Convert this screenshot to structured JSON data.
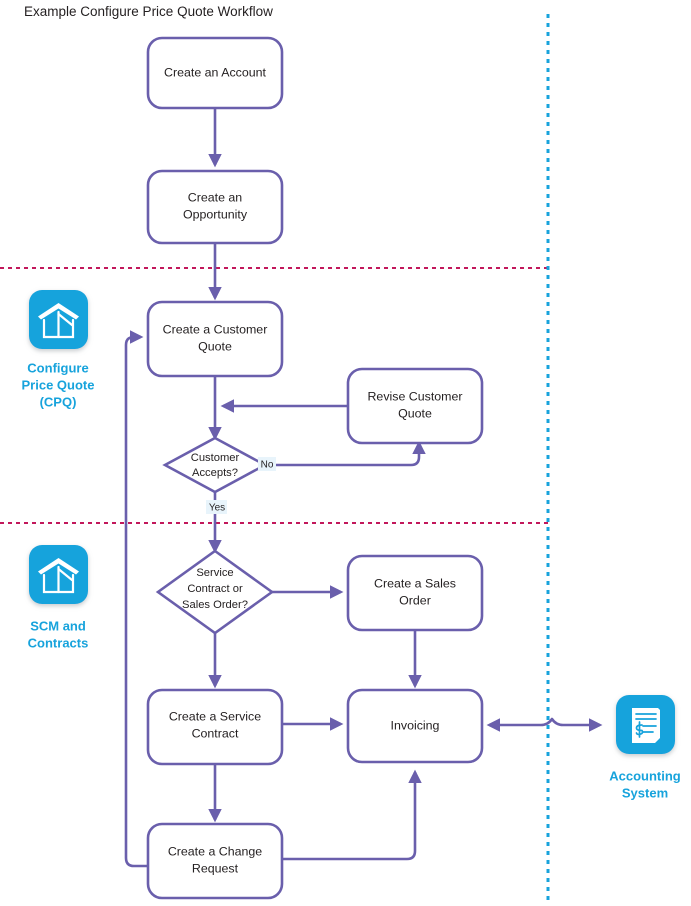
{
  "title": "Example Configure Price Quote Workflow",
  "colors": {
    "flow_line": "#6a5fac",
    "node_border": "#6a5fac",
    "node_fill": "#ffffff",
    "swimlane_divider": "#c2185b",
    "system_divider": "#17a3dc",
    "app_tile": "#17a3dc",
    "app_label": "#17a3dc",
    "text": "#231f20"
  },
  "apps": [
    {
      "id": "cpq",
      "icon": "building-icon",
      "label_lines": [
        "Configure",
        "Price Quote",
        "(CPQ)"
      ]
    },
    {
      "id": "scm",
      "icon": "building-icon",
      "label_lines": [
        "SCM and",
        "Contracts"
      ]
    },
    {
      "id": "accounting",
      "icon": "invoice-dollar-icon",
      "label_lines": [
        "Accounting",
        "System"
      ]
    }
  ],
  "nodes": [
    {
      "id": "create-account",
      "type": "process",
      "label_lines": [
        "Create an Account"
      ]
    },
    {
      "id": "create-opportunity",
      "type": "process",
      "label_lines": [
        "Create an",
        "Opportunity"
      ]
    },
    {
      "id": "create-customer-quote",
      "type": "process",
      "label_lines": [
        "Create a Customer",
        "Quote"
      ]
    },
    {
      "id": "revise-customer-quote",
      "type": "process",
      "label_lines": [
        "Revise Customer",
        "Quote"
      ]
    },
    {
      "id": "customer-accepts",
      "type": "decision",
      "label_lines": [
        "Customer",
        "Accepts?"
      ]
    },
    {
      "id": "service-or-sales",
      "type": "decision",
      "label_lines": [
        "Service",
        "Contract or",
        "Sales Order?"
      ]
    },
    {
      "id": "create-sales-order",
      "type": "process",
      "label_lines": [
        "Create a Sales",
        "Order"
      ]
    },
    {
      "id": "create-service-contract",
      "type": "process",
      "label_lines": [
        "Create a Service",
        "Contract"
      ]
    },
    {
      "id": "invoicing",
      "type": "process",
      "label_lines": [
        "Invoicing"
      ]
    },
    {
      "id": "create-change-request",
      "type": "process",
      "label_lines": [
        "Create a Change",
        "Request"
      ]
    }
  ],
  "edge_labels": {
    "no": "No",
    "yes": "Yes"
  },
  "chart_data": {
    "type": "diagram",
    "title": "Example Configure Price Quote Workflow",
    "swimlanes": [
      "Configure Price Quote (CPQ)",
      "SCM and Contracts",
      "Accounting System"
    ],
    "edges": [
      {
        "from": "create-account",
        "to": "create-opportunity",
        "label": ""
      },
      {
        "from": "create-opportunity",
        "to": "create-customer-quote",
        "label": ""
      },
      {
        "from": "create-customer-quote",
        "to": "customer-accepts",
        "label": ""
      },
      {
        "from": "customer-accepts",
        "to": "revise-customer-quote",
        "label": "No"
      },
      {
        "from": "revise-customer-quote",
        "to": "create-customer-quote",
        "label": ""
      },
      {
        "from": "customer-accepts",
        "to": "service-or-sales",
        "label": "Yes"
      },
      {
        "from": "service-or-sales",
        "to": "create-sales-order",
        "label": ""
      },
      {
        "from": "service-or-sales",
        "to": "create-service-contract",
        "label": ""
      },
      {
        "from": "create-sales-order",
        "to": "invoicing",
        "label": ""
      },
      {
        "from": "create-service-contract",
        "to": "invoicing",
        "label": ""
      },
      {
        "from": "create-service-contract",
        "to": "create-change-request",
        "label": ""
      },
      {
        "from": "create-change-request",
        "to": "invoicing",
        "label": ""
      },
      {
        "from": "create-change-request",
        "to": "create-customer-quote",
        "label": ""
      },
      {
        "from": "invoicing",
        "to": "accounting",
        "label": "",
        "bidirectional": true
      }
    ]
  }
}
